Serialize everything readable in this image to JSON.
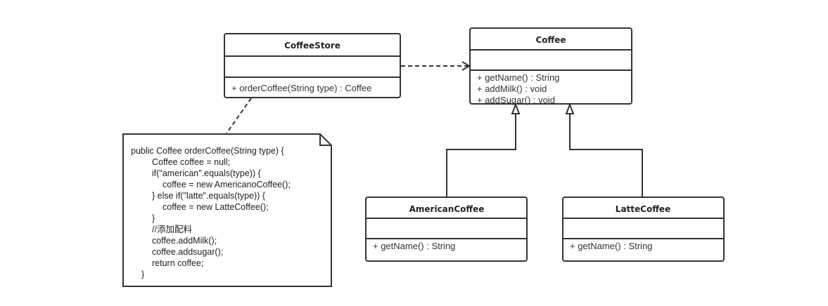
{
  "classes": {
    "coffee_store": {
      "name": "CoffeeStore",
      "methods": [
        "+ orderCoffee(String type) : Coffee"
      ]
    },
    "coffee": {
      "name": "Coffee",
      "methods": [
        "+ getName() : String",
        "+ addMilk() : void",
        "+ addSugar() : void"
      ]
    },
    "american_coffee": {
      "name": "AmericanCoffee",
      "methods": [
        "+ getName() : String"
      ]
    },
    "latte_coffee": {
      "name": "LatteCoffee",
      "methods": [
        "+ getName() : String"
      ]
    }
  },
  "note": {
    "lines": [
      "public Coffee orderCoffee(String type) {",
      "Coffee coffee = null;",
      "if(\"american\".equals(type))   {",
      "coffee = new AmericanoCoffee();",
      "} else if(\"latte\".equals(type)) {",
      "coffee = new LatteCoffee();",
      "}",
      "//添加配料",
      "coffee.addMilk();",
      "coffee.addsugar();",
      "return coffee;",
      "}"
    ]
  },
  "relations": [
    {
      "from": "CoffeeStore",
      "to": "Coffee",
      "type": "dependency"
    },
    {
      "from": "AmericanCoffee",
      "to": "Coffee",
      "type": "generalization"
    },
    {
      "from": "LatteCoffee",
      "to": "Coffee",
      "type": "generalization"
    }
  ]
}
